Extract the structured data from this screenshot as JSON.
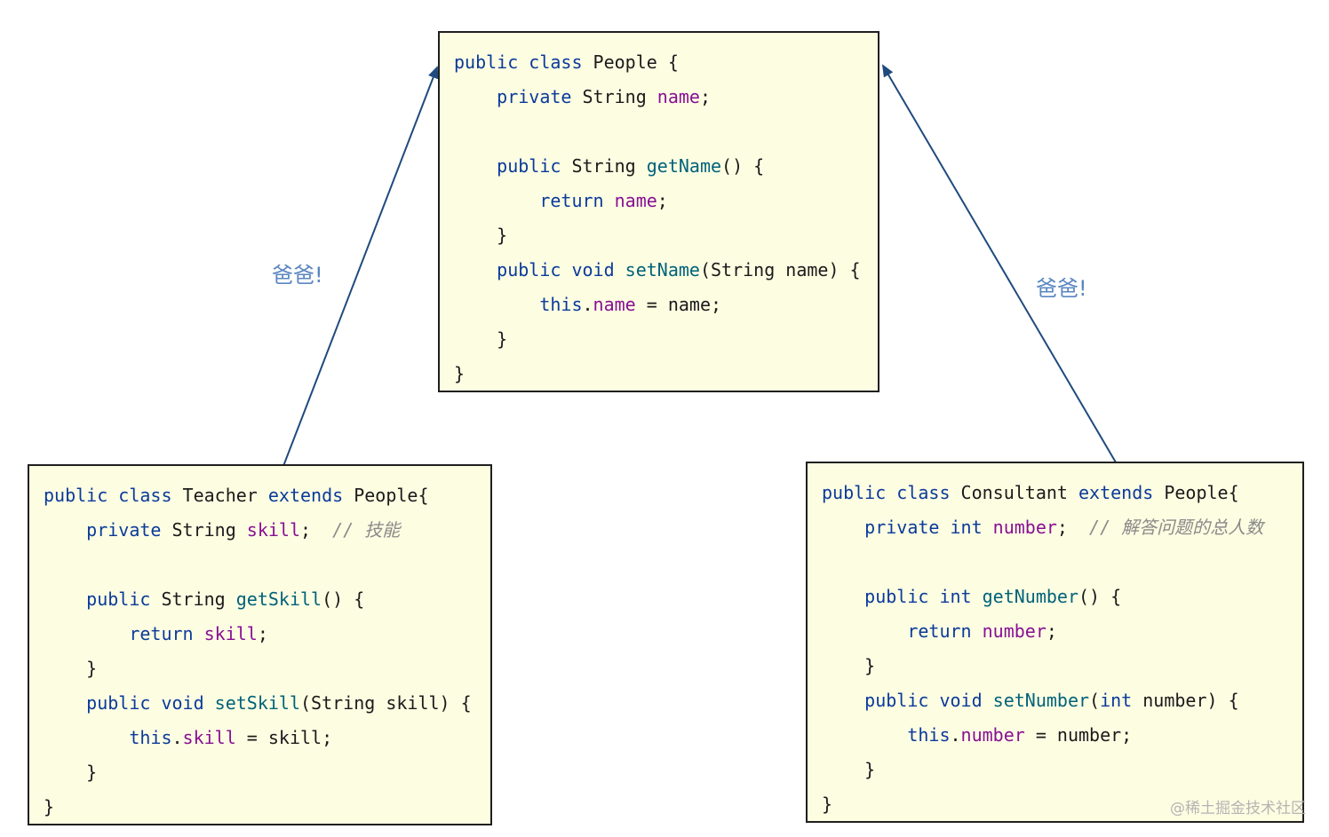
{
  "boxes": {
    "people": {
      "lines": [
        [
          {
            "t": "public class",
            "c": "kw"
          },
          {
            "t": " People {"
          }
        ],
        [
          {
            "t": "    "
          },
          {
            "t": "private",
            "c": "kw"
          },
          {
            "t": " String "
          },
          {
            "t": "name",
            "c": "fld"
          },
          {
            "t": ";"
          }
        ],
        [],
        [
          {
            "t": "    "
          },
          {
            "t": "public",
            "c": "kw"
          },
          {
            "t": " String "
          },
          {
            "t": "getName",
            "c": "mth"
          },
          {
            "t": "() {"
          }
        ],
        [
          {
            "t": "        "
          },
          {
            "t": "return",
            "c": "kw"
          },
          {
            "t": " "
          },
          {
            "t": "name",
            "c": "fld"
          },
          {
            "t": ";"
          }
        ],
        [
          {
            "t": "    }"
          }
        ],
        [
          {
            "t": "    "
          },
          {
            "t": "public void",
            "c": "kw"
          },
          {
            "t": " "
          },
          {
            "t": "setName",
            "c": "mth"
          },
          {
            "t": "(String name) {"
          }
        ],
        [
          {
            "t": "        "
          },
          {
            "t": "this",
            "c": "kw"
          },
          {
            "t": "."
          },
          {
            "t": "name",
            "c": "fld"
          },
          {
            "t": " = name;"
          }
        ],
        [
          {
            "t": "    }"
          }
        ],
        [
          {
            "t": "}"
          }
        ]
      ]
    },
    "teacher": {
      "lines": [
        [
          {
            "t": "public class",
            "c": "kw"
          },
          {
            "t": " Teacher "
          },
          {
            "t": "extends",
            "c": "kw"
          },
          {
            "t": " People{"
          }
        ],
        [
          {
            "t": "    "
          },
          {
            "t": "private",
            "c": "kw"
          },
          {
            "t": " String "
          },
          {
            "t": "skill",
            "c": "fld"
          },
          {
            "t": ";  "
          },
          {
            "t": "// 技能",
            "c": "cmt"
          }
        ],
        [],
        [
          {
            "t": "    "
          },
          {
            "t": "public",
            "c": "kw"
          },
          {
            "t": " String "
          },
          {
            "t": "getSkill",
            "c": "mth"
          },
          {
            "t": "() {"
          }
        ],
        [
          {
            "t": "        "
          },
          {
            "t": "return",
            "c": "kw"
          },
          {
            "t": " "
          },
          {
            "t": "skill",
            "c": "fld"
          },
          {
            "t": ";"
          }
        ],
        [
          {
            "t": "    }"
          }
        ],
        [
          {
            "t": "    "
          },
          {
            "t": "public void",
            "c": "kw"
          },
          {
            "t": " "
          },
          {
            "t": "setSkill",
            "c": "mth"
          },
          {
            "t": "(String skill) {"
          }
        ],
        [
          {
            "t": "        "
          },
          {
            "t": "this",
            "c": "kw"
          },
          {
            "t": "."
          },
          {
            "t": "skill",
            "c": "fld"
          },
          {
            "t": " = skill;"
          }
        ],
        [
          {
            "t": "    }"
          }
        ],
        [
          {
            "t": "}"
          }
        ]
      ]
    },
    "consultant": {
      "lines": [
        [
          {
            "t": "public class",
            "c": "kw"
          },
          {
            "t": " Consultant "
          },
          {
            "t": "extends",
            "c": "kw"
          },
          {
            "t": " People{"
          }
        ],
        [
          {
            "t": "    "
          },
          {
            "t": "private int",
            "c": "kw"
          },
          {
            "t": " "
          },
          {
            "t": "number",
            "c": "fld"
          },
          {
            "t": ";  "
          },
          {
            "t": "// 解答问题的总人数",
            "c": "cmt"
          }
        ],
        [],
        [
          {
            "t": "    "
          },
          {
            "t": "public int",
            "c": "kw"
          },
          {
            "t": " "
          },
          {
            "t": "getNumber",
            "c": "mth"
          },
          {
            "t": "() {"
          }
        ],
        [
          {
            "t": "        "
          },
          {
            "t": "return",
            "c": "kw"
          },
          {
            "t": " "
          },
          {
            "t": "number",
            "c": "fld"
          },
          {
            "t": ";"
          }
        ],
        [
          {
            "t": "    }"
          }
        ],
        [
          {
            "t": "    "
          },
          {
            "t": "public void",
            "c": "kw"
          },
          {
            "t": " "
          },
          {
            "t": "setNumber",
            "c": "mth"
          },
          {
            "t": "("
          },
          {
            "t": "int",
            "c": "kw"
          },
          {
            "t": " number) {"
          }
        ],
        [
          {
            "t": "        "
          },
          {
            "t": "this",
            "c": "kw"
          },
          {
            "t": "."
          },
          {
            "t": "number",
            "c": "fld"
          },
          {
            "t": " = number;"
          }
        ],
        [
          {
            "t": "    }"
          }
        ],
        [
          {
            "t": "}"
          }
        ]
      ]
    }
  },
  "labels": {
    "left": "爸爸!",
    "right": "爸爸!"
  },
  "watermark": "@稀土掘金技术社区",
  "colors": {
    "arrow": "#1f4a7e",
    "keyword": "#0a3a9a",
    "field": "#871094",
    "method": "#00627a",
    "comment": "#8a8a8a",
    "box_fill": "#fdfde2"
  }
}
